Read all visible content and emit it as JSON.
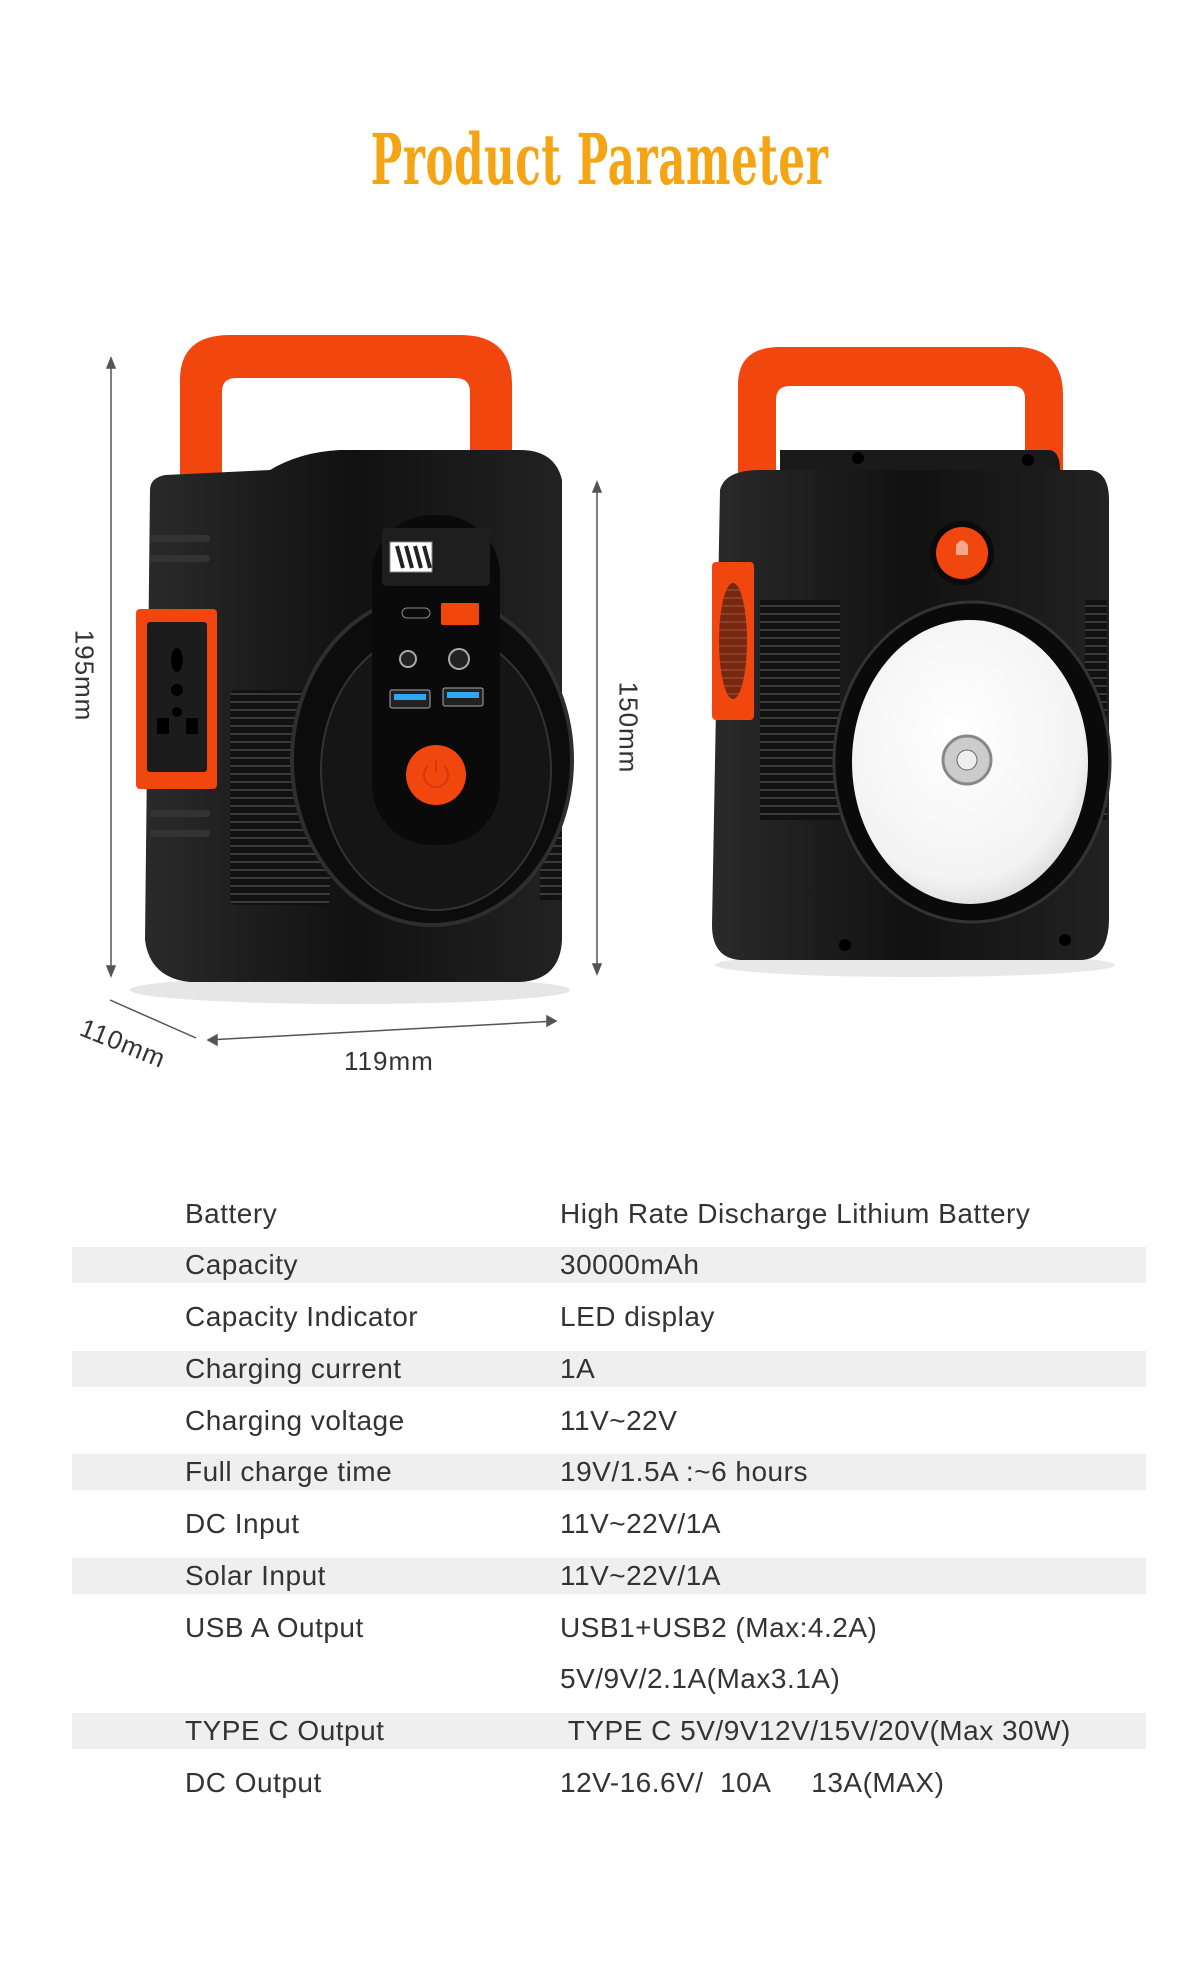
{
  "title": "Product Parameter",
  "dimensions": {
    "height_total": "195mm",
    "height_body": "150mm",
    "depth": "110mm",
    "width": "119mm"
  },
  "colors": {
    "title": "#f5a514",
    "accent_orange": "#f2460f",
    "body_black": "#1a1a1a",
    "row_band": "#efefef"
  },
  "specs": [
    {
      "label": "Battery",
      "value": "High Rate Discharge Lithium Battery"
    },
    {
      "label": "Capacity",
      "value": "30000mAh"
    },
    {
      "label": "Capacity Indicator",
      "value": "LED display"
    },
    {
      "label": "Charging current",
      "value": "1A"
    },
    {
      "label": "Charging voltage",
      "value": "11V~22V"
    },
    {
      "label": "Full charge time",
      "value": "19V/1.5A :~6 hours"
    },
    {
      "label": "DC Input",
      "value": "11V~22V/1A"
    },
    {
      "label": "Solar Input",
      "value": "11V~22V/1A"
    },
    {
      "label": "USB A Output",
      "value": "USB1+USB2 (Max:4.2A)"
    },
    {
      "label": "",
      "value": "5V/9V/2.1A(Max3.1A)"
    },
    {
      "label": "TYPE C  Output",
      "value": " TYPE C 5V/9V12V/15V/20V(Max 30W)"
    },
    {
      "label": "DC Output",
      "value": "12V-16.6V/  10A     13A(MAX)"
    }
  ]
}
